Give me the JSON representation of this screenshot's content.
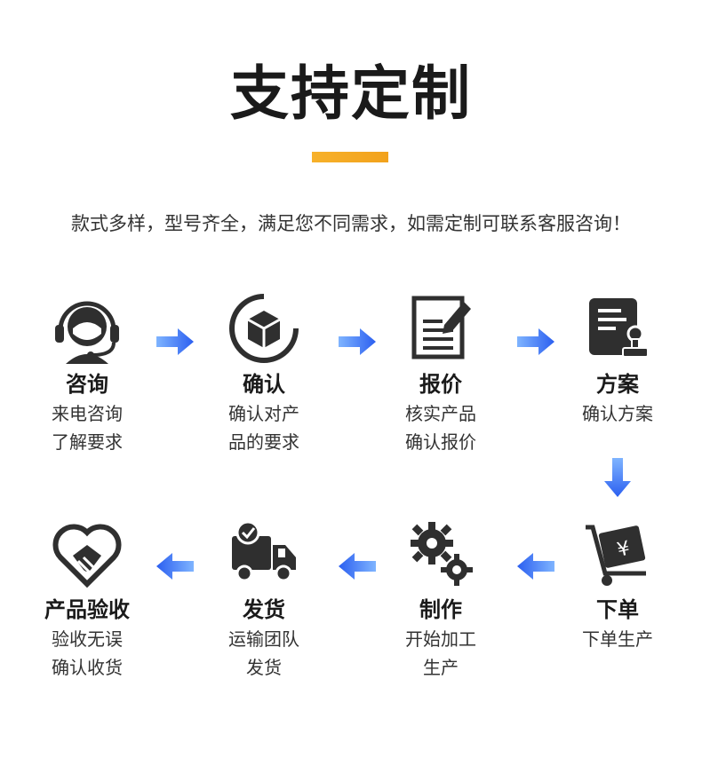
{
  "header": {
    "title": "支持定制",
    "subtitle": "款式多样，型号齐全，满足您不同需求，如需定制可联系客服咨询！"
  },
  "colors": {
    "accent_bar": "#f5a623",
    "arrow_blue": "#2b6cf0",
    "icon_dark": "#2f2f2f"
  },
  "steps": [
    {
      "icon": "headset-icon",
      "name": "咨询",
      "line1": "来电咨询",
      "line2": "了解要求"
    },
    {
      "icon": "box-icon",
      "name": "确认",
      "line1": "确认对产",
      "line2": "品的要求"
    },
    {
      "icon": "document-edit-icon",
      "name": "报价",
      "line1": "核实产品",
      "line2": "确认报价"
    },
    {
      "icon": "plan-stamp-icon",
      "name": "方案",
      "line1": "确认方案",
      "line2": ""
    },
    {
      "icon": "order-cart-icon",
      "name": "下单",
      "line1": "下单生产",
      "line2": ""
    },
    {
      "icon": "gears-icon",
      "name": "制作",
      "line1": "开始加工",
      "line2": "生产"
    },
    {
      "icon": "truck-icon",
      "name": "发货",
      "line1": "运输团队",
      "line2": "发货"
    },
    {
      "icon": "heart-handshake-icon",
      "name": "产品验收",
      "line1": "验收无误",
      "line2": "确认收货"
    }
  ]
}
